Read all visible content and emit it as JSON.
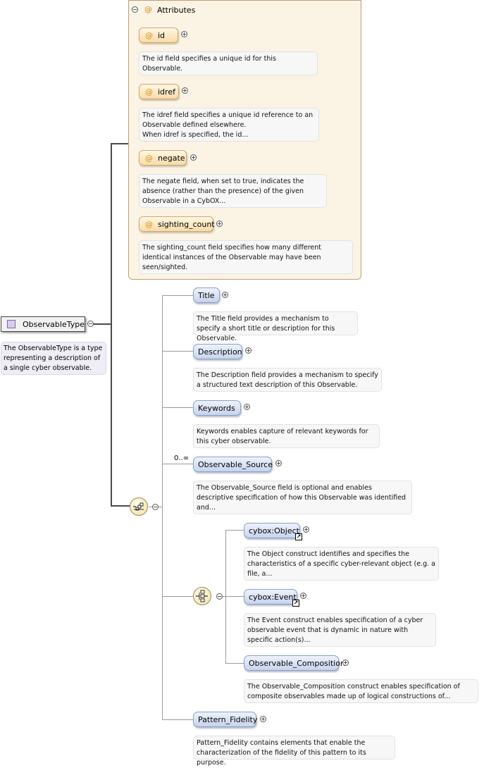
{
  "root": {
    "name": "ObservableType",
    "doc": "The ObservableType is a type representing a description of a single cyber observable."
  },
  "attributes": {
    "title": "Attributes",
    "items": [
      {
        "name": "id",
        "doc": "The id field specifies a unique id for this Observable."
      },
      {
        "name": "idref",
        "doc": "The idref field specifies a unique id reference to an Observable defined elsewhere.\nWhen idref is specified, the id..."
      },
      {
        "name": "negate",
        "doc": "The negate field, when set to true, indicates the absence (rather than the presence) of the given Observable in a CybOX..."
      },
      {
        "name": "sighting_count",
        "doc": "The sighting_count field specifies how many different identical instances of the Observable may have been seen/sighted."
      }
    ]
  },
  "elements": [
    {
      "name": "Title",
      "doc": "The Title field provides a mechanism to specify a short title or description for this Observable."
    },
    {
      "name": "Description",
      "doc": "The Description field provides a mechanism to specify a structured text description of this Observable."
    },
    {
      "name": "Keywords",
      "doc": "Keywords enables capture of relevant keywords for this cyber observable."
    },
    {
      "name": "Observable_Source",
      "doc": "The Observable_Source field is optional and enables descriptive specification of how this Observable was identified and...",
      "multiplicity": "0..∞"
    },
    {
      "name": "cybox:Object",
      "doc": "The Object construct identifies and specifies the characteristics of a specific cyber-relevant object (e.g. a file, a..."
    },
    {
      "name": "cybox:Event",
      "doc": "The Event construct enables specification of a cyber observable event that is dynamic in nature with specific action(s)..."
    },
    {
      "name": "Observable_Composition",
      "doc": "The Observable_Composition construct enables specification of composite observables made up of logical constructions of..."
    },
    {
      "name": "Pattern_Fidelity",
      "doc": "Pattern_Fidelity contains elements that enable the characterization of the fidelity of this pattern to its purpose."
    }
  ],
  "symbols": {
    "expand": "+",
    "collapse": "−",
    "attr": "@",
    "ref_arrow": "↗"
  }
}
